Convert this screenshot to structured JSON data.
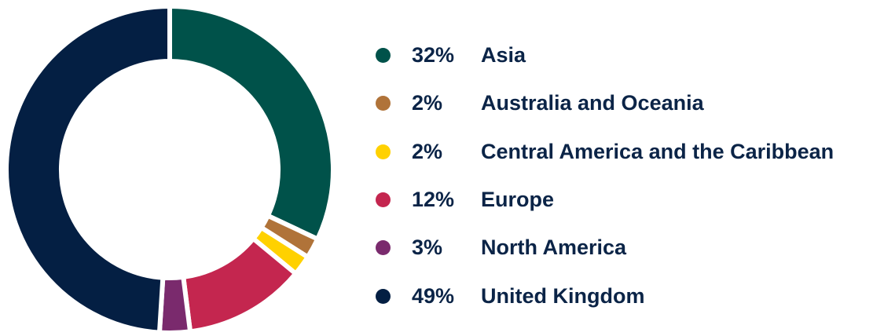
{
  "chart_data": {
    "type": "pie",
    "donut": true,
    "legend_position": "right",
    "series": [
      {
        "label": "Asia",
        "value": 32,
        "value_label": "32%",
        "color": "#00524a"
      },
      {
        "label": "Australia and Oceania",
        "value": 2,
        "value_label": "2%",
        "color": "#b07339"
      },
      {
        "label": "Central America and the Caribbean",
        "value": 2,
        "value_label": "2%",
        "color": "#ffd100"
      },
      {
        "label": "Europe",
        "value": 12,
        "value_label": "12%",
        "color": "#c4264f"
      },
      {
        "label": "North America",
        "value": 3,
        "value_label": "3%",
        "color": "#7a2a6d"
      },
      {
        "label": "United Kingdom",
        "value": 49,
        "value_label": "49%",
        "color": "#041f43"
      }
    ]
  }
}
